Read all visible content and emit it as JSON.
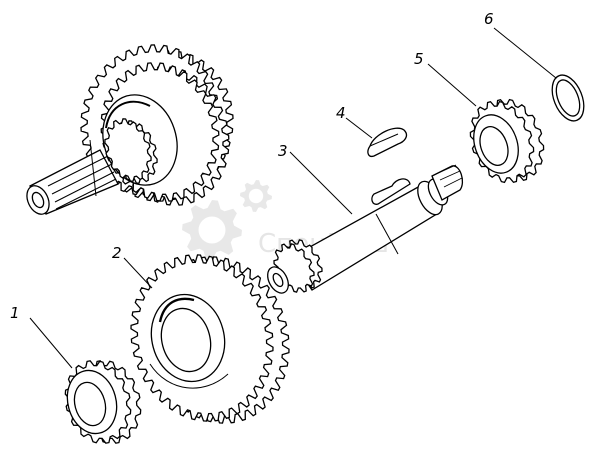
{
  "diagram": {
    "labels": [
      "1",
      "2",
      "3",
      "4",
      "5",
      "6"
    ],
    "watermark": "СпецМаш"
  },
  "colors": {
    "ink": "#000000",
    "paper": "#ffffff",
    "watermark": "#d0d0d0"
  }
}
